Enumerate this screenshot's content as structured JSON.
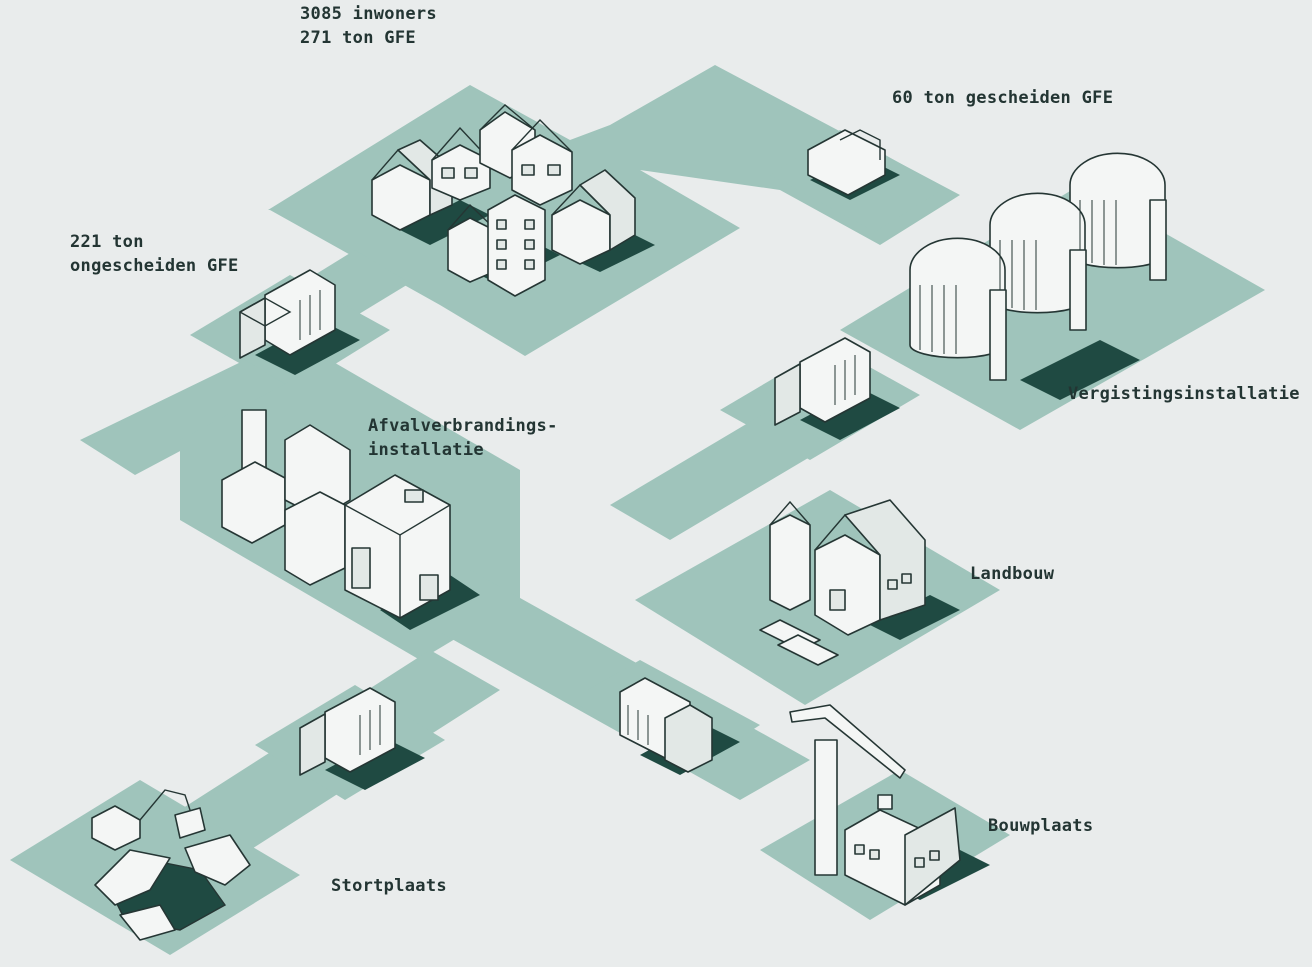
{
  "labels": {
    "residents": [
      "3085 inwoners",
      "271 ton GFE"
    ],
    "separated": "60 ton gescheiden GFE",
    "unseparated": [
      "221 ton",
      "ongescheiden GFE"
    ],
    "incinerator": [
      "Afvalverbrandings-",
      "installatie"
    ],
    "digester": "Vergistingsinstallatie",
    "agriculture": "Landbouw",
    "construction": "Bouwplaats",
    "landfill": "Stortplaats"
  },
  "colors": {
    "background": "#e9ecec",
    "ground": "#9fc4bb",
    "ink": "#253634",
    "shadow": "#1f4a42",
    "building": "#f4f6f5"
  },
  "icons": [
    "houses",
    "truck",
    "incinerator-factory",
    "biogas-digester-tanks",
    "farm-barn-silo",
    "construction-crane",
    "excavator",
    "landfill-rocks"
  ]
}
